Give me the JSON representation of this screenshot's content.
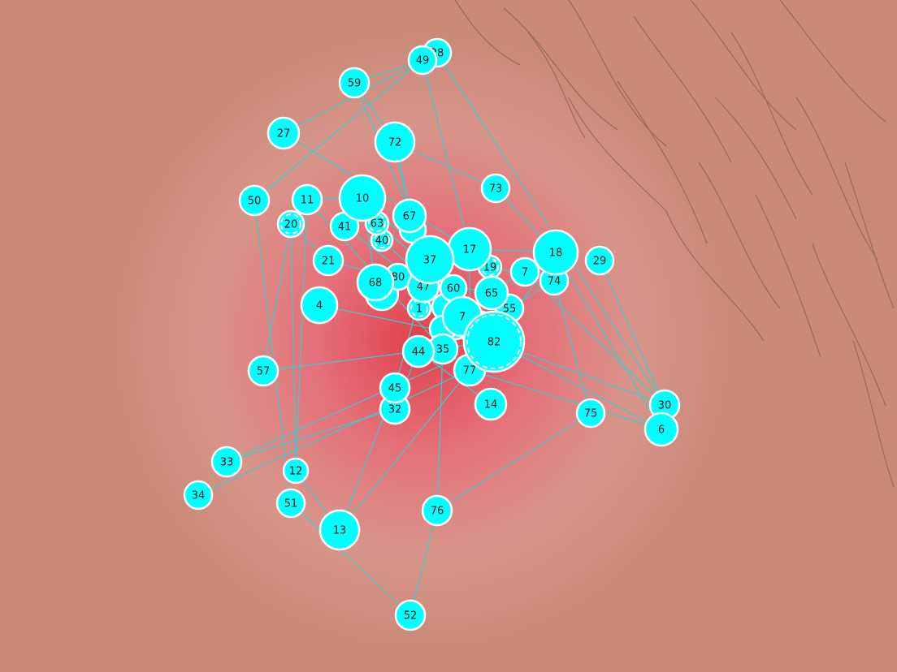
{
  "image": {
    "description_icon": "skin-lesion-photo"
  },
  "colors": {
    "node_fill": "#00ffff",
    "node_stroke": "#ffffff",
    "edge": "#40c8d0"
  },
  "nodes": [
    {
      "id": "1",
      "label": "1",
      "dashed": true
    },
    {
      "id": "4",
      "label": "4"
    },
    {
      "id": "6",
      "label": "6"
    },
    {
      "id": "7",
      "label": "7"
    },
    {
      "id": "10",
      "label": "10"
    },
    {
      "id": "11",
      "label": "11"
    },
    {
      "id": "12",
      "label": "12"
    },
    {
      "id": "13",
      "label": "13"
    },
    {
      "id": "14",
      "label": "14"
    },
    {
      "id": "17",
      "label": "17"
    },
    {
      "id": "18",
      "label": "18"
    },
    {
      "id": "19",
      "label": "19",
      "dashed": true
    },
    {
      "id": "20",
      "label": "20",
      "dashed": true
    },
    {
      "id": "21",
      "label": "21"
    },
    {
      "id": "27",
      "label": "27"
    },
    {
      "id": "28",
      "label": "28"
    },
    {
      "id": "29",
      "label": "29"
    },
    {
      "id": "30",
      "label": "30"
    },
    {
      "id": "32",
      "label": "32"
    },
    {
      "id": "33",
      "label": "33"
    },
    {
      "id": "34",
      "label": "34"
    },
    {
      "id": "35",
      "label": "35"
    },
    {
      "id": "37",
      "label": "37"
    },
    {
      "id": "40",
      "label": "40",
      "dashed": true
    },
    {
      "id": "41",
      "label": "41"
    },
    {
      "id": "44",
      "label": "44"
    },
    {
      "id": "45",
      "label": "45"
    },
    {
      "id": "47",
      "label": "47"
    },
    {
      "id": "49",
      "label": "49"
    },
    {
      "id": "50",
      "label": "50"
    },
    {
      "id": "51",
      "label": "51"
    },
    {
      "id": "52",
      "label": "52"
    },
    {
      "id": "55",
      "label": "55"
    },
    {
      "id": "57",
      "label": "57"
    },
    {
      "id": "59",
      "label": "59"
    },
    {
      "id": "60",
      "label": "60"
    },
    {
      "id": "63",
      "label": "63",
      "dashed": true
    },
    {
      "id": "65",
      "label": "65"
    },
    {
      "id": "67",
      "label": "67"
    },
    {
      "id": "68",
      "label": "68"
    },
    {
      "id": "72",
      "label": "72"
    },
    {
      "id": "73",
      "label": "73"
    },
    {
      "id": "74",
      "label": "74"
    },
    {
      "id": "75",
      "label": "75"
    },
    {
      "id": "76",
      "label": "76"
    },
    {
      "id": "77",
      "label": "77"
    },
    {
      "id": "78",
      "label": "7"
    },
    {
      "id": "80",
      "label": "80"
    },
    {
      "id": "82",
      "label": "82",
      "dashed": true
    }
  ],
  "edges": [
    [
      "28",
      "30"
    ],
    [
      "49",
      "59"
    ],
    [
      "49",
      "50"
    ],
    [
      "49",
      "17"
    ],
    [
      "28",
      "27"
    ],
    [
      "27",
      "17"
    ],
    [
      "59",
      "72"
    ],
    [
      "59",
      "37"
    ],
    [
      "72",
      "73"
    ],
    [
      "72",
      "35"
    ],
    [
      "72",
      "47"
    ],
    [
      "73",
      "18"
    ],
    [
      "18",
      "6"
    ],
    [
      "18",
      "82"
    ],
    [
      "17",
      "18"
    ],
    [
      "17",
      "77"
    ],
    [
      "19",
      "74"
    ],
    [
      "74",
      "75"
    ],
    [
      "7",
      "30"
    ],
    [
      "29",
      "30"
    ],
    [
      "50",
      "51"
    ],
    [
      "11",
      "35"
    ],
    [
      "10",
      "68"
    ],
    [
      "10",
      "37"
    ],
    [
      "20",
      "12"
    ],
    [
      "20",
      "21"
    ],
    [
      "21",
      "47"
    ],
    [
      "41",
      "82"
    ],
    [
      "4",
      "82"
    ],
    [
      "57",
      "82"
    ],
    [
      "57",
      "20"
    ],
    [
      "33",
      "32"
    ],
    [
      "33",
      "82"
    ],
    [
      "34",
      "77"
    ],
    [
      "12",
      "13"
    ],
    [
      "51",
      "52"
    ],
    [
      "13",
      "77"
    ],
    [
      "13",
      "45"
    ],
    [
      "52",
      "76"
    ],
    [
      "76",
      "75"
    ],
    [
      "76",
      "35"
    ],
    [
      "77",
      "6"
    ],
    [
      "82",
      "30"
    ],
    [
      "82",
      "6"
    ],
    [
      "44",
      "14"
    ],
    [
      "45",
      "37"
    ],
    [
      "32",
      "44"
    ],
    [
      "12",
      "11"
    ],
    [
      "11",
      "10"
    ],
    [
      "63",
      "60"
    ],
    [
      "40",
      "82"
    ],
    [
      "68",
      "47"
    ],
    [
      "80",
      "65"
    ],
    [
      "65",
      "7"
    ],
    [
      "55",
      "74"
    ],
    [
      "47",
      "60"
    ],
    [
      "1",
      "60"
    ],
    [
      "67",
      "82"
    ],
    [
      "37",
      "19"
    ]
  ]
}
